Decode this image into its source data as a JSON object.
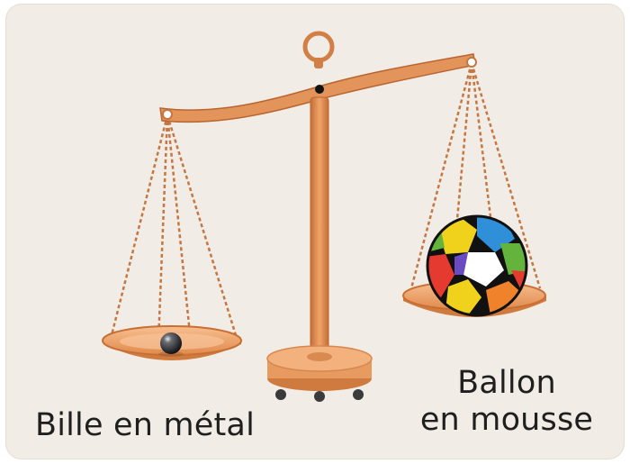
{
  "labels": {
    "left_object": "Bille en métal",
    "right_object_line1": "Ballon",
    "right_object_line2": "en mousse"
  },
  "colors": {
    "background": "#f1ece5",
    "scale_wood": "#d98a4e",
    "scale_light": "#f6b27e",
    "scale_dark": "#b9652f",
    "chain": "#c47742",
    "metal_ball": "#2b2b30"
  },
  "illustration": {
    "scene": "balance-scale",
    "tilt": "left-pan-lower",
    "left_pan_object": "metal-ball-icon",
    "right_pan_object": "foam-ball-icon"
  }
}
